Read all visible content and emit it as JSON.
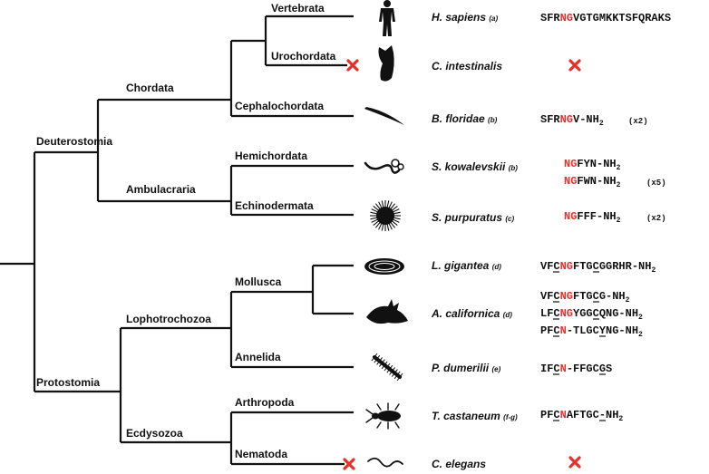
{
  "clades": {
    "deuterostomia": "Deuterostomia",
    "chordata": "Chordata",
    "ambulacraria": "Ambulacraria",
    "vertebrata": "Vertebrata",
    "urochordata": "Urochordata",
    "cephalochordata": "Cephalochordata",
    "hemichordata": "Hemichordata",
    "echinodermata": "Echinodermata",
    "protostomia": "Protostomia",
    "lophotrochozoa": "Lophotrochozoa",
    "ecdysozoa": "Ecdysozoa",
    "mollusca": "Mollusca",
    "annelida": "Annelida",
    "arthropoda": "Arthropoda",
    "nematoda": "Nematoda"
  },
  "species": [
    {
      "name": "H. sapiens",
      "ref": "(a)",
      "icon": "human-icon"
    },
    {
      "name": "C. intestinalis",
      "ref": "",
      "icon": "sea-squirt-icon"
    },
    {
      "name": "B. floridae",
      "ref": "(b)",
      "icon": "lancelet-icon"
    },
    {
      "name": "S. kowalevskii",
      "ref": "(b)",
      "icon": "acorn-worm-icon"
    },
    {
      "name": "S. purpuratus",
      "ref": "(c)",
      "icon": "sea-urchin-icon"
    },
    {
      "name": "L. gigantea",
      "ref": "(d)",
      "icon": "limpet-icon"
    },
    {
      "name": "A. californica",
      "ref": "(d)",
      "icon": "sea-hare-icon"
    },
    {
      "name": "P. dumerilii",
      "ref": "(e)",
      "icon": "ragworm-icon"
    },
    {
      "name": "T. castaneum",
      "ref": "(f-g)",
      "icon": "beetle-icon"
    },
    {
      "name": "C. elegans",
      "ref": "",
      "icon": "nematode-icon"
    }
  ],
  "sequences": {
    "hs": {
      "pre": "SFR",
      "ng": "NG",
      "post": "VGTGMKKTSFQRAKS"
    },
    "bf": {
      "pre": "SFR",
      "ng": "NG",
      "post": "V-NH",
      "sub": "2",
      "mult": "(x2)"
    },
    "sk1": {
      "ng": "NG",
      "post": "FYN-NH",
      "sub": "2"
    },
    "sk2": {
      "ng": "NG",
      "post": "FWN-NH",
      "sub": "2",
      "mult": "(x5)"
    },
    "sp": {
      "ng": "NG",
      "post": "FFF-NH",
      "sub": "2",
      "mult": "(x2)"
    },
    "lg": {
      "pre": "VFC",
      "ng": "NG",
      "post": "FTGCGGRHR-NH",
      "sub": "2"
    },
    "ac1": {
      "pre": "VFC",
      "ng": "NG",
      "post": "FTGCG-NH",
      "sub": "2"
    },
    "ac2": {
      "pre": "LFC",
      "ng": "NG",
      "post": "YGGCQNG-NH",
      "sub": "2"
    },
    "ac3": {
      "pre": "PFC",
      "ng": "N",
      "post": "-TLGCYNG-NH",
      "sub": "2"
    },
    "pd": {
      "pre": "IFC",
      "ng": "N",
      "post": "-FFGCGS"
    },
    "tc": {
      "pre": "PFC",
      "ng": "N",
      "post": "AFTGC-NH",
      "sub": "2"
    }
  },
  "colors": {
    "highlight": "#e8302a",
    "line": "#111111"
  }
}
